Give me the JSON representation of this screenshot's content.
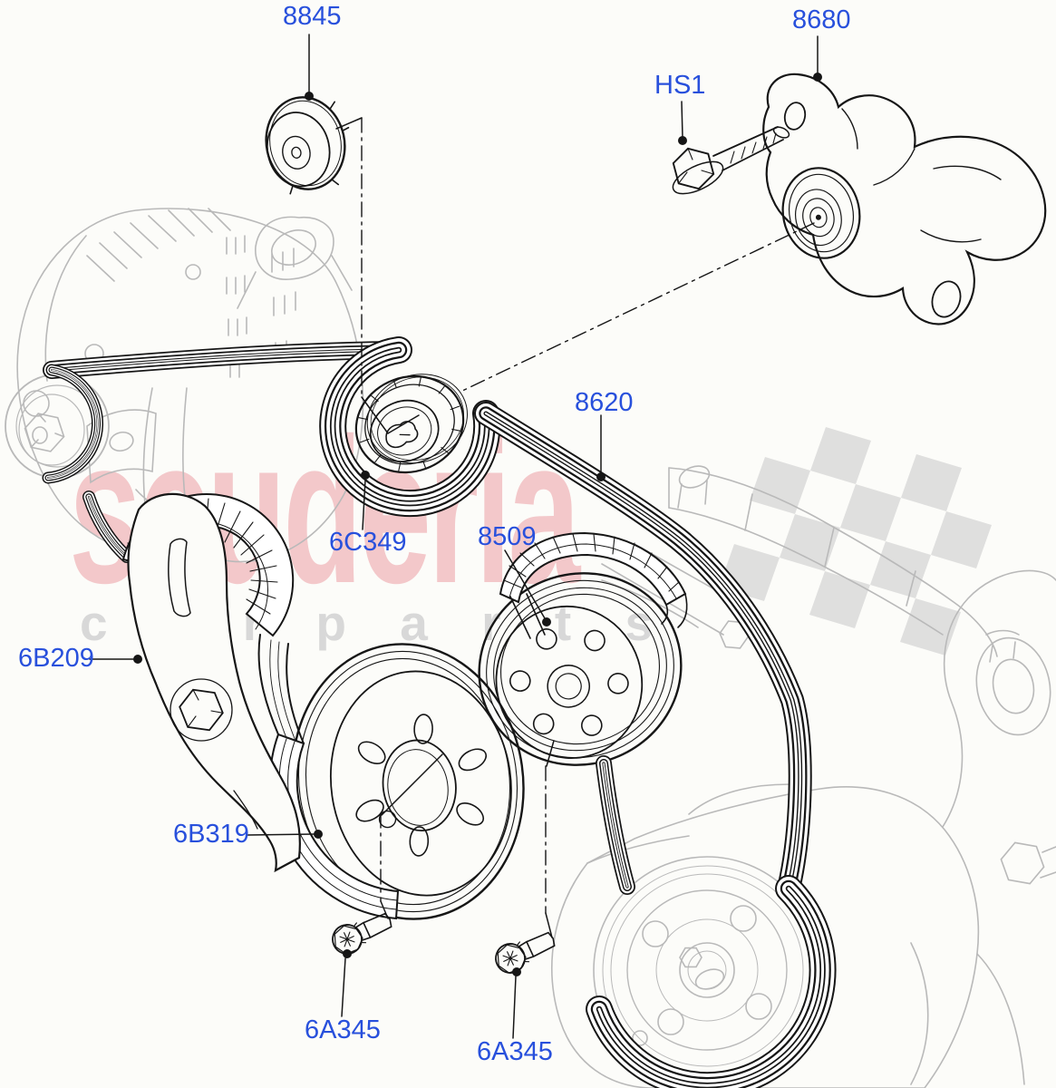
{
  "figure": {
    "type": "parts-diagram",
    "background_color": "#fcfcf9",
    "line_color": "#161616",
    "background_art_color": "#b9b9b9",
    "label_color": "#2850dc"
  },
  "watermark": {
    "brand_text": "scuderia",
    "sub_text": "c a r  p a r t s",
    "brand_color": "#f3c8ca",
    "sub_color": "#d8d8d8",
    "checker_color": "#dcdcdc"
  },
  "labels": [
    {
      "text": "8845",
      "part": "pulley-cap"
    },
    {
      "text": "8680",
      "part": "belt-tensioner"
    },
    {
      "text": "HS1",
      "part": "tensioner-bolt"
    },
    {
      "text": "8620",
      "part": "drive-belt"
    },
    {
      "text": "6C349",
      "part": "idler-pulley"
    },
    {
      "text": "8509",
      "part": "water-pump-pulley"
    },
    {
      "text": "6B209",
      "part": "tensioner-arm"
    },
    {
      "text": "6B319",
      "part": "crankshaft-pulley"
    },
    {
      "text": "6A345",
      "part": "pulley-bolt"
    },
    {
      "text": "6A345",
      "part": "pulley-bolt"
    }
  ]
}
